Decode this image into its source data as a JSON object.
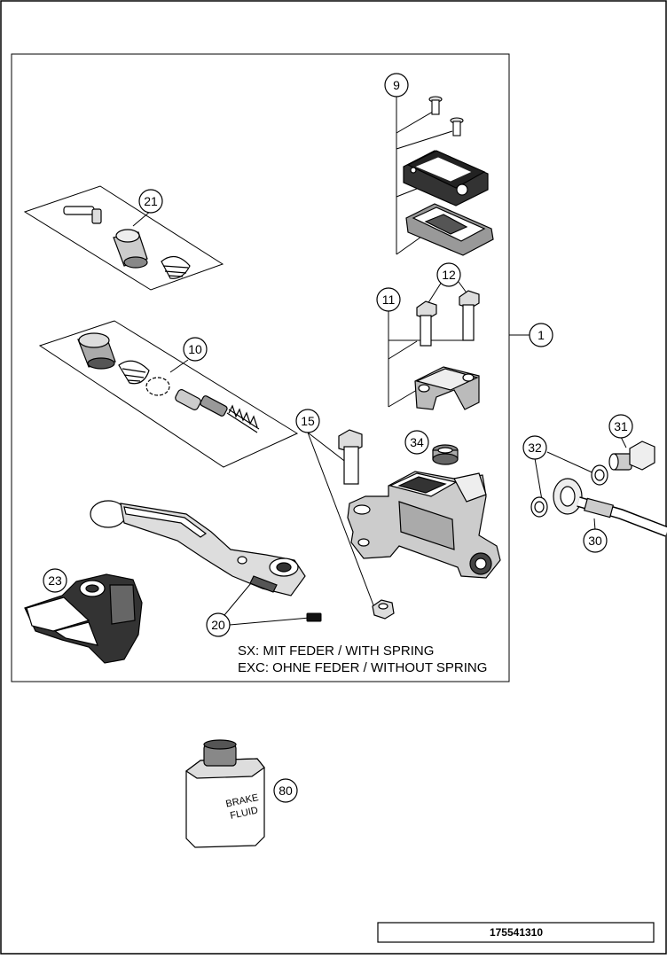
{
  "callouts": [
    {
      "id": "1",
      "label": "1"
    },
    {
      "id": "9",
      "label": "9"
    },
    {
      "id": "10",
      "label": "10"
    },
    {
      "id": "11",
      "label": "11"
    },
    {
      "id": "12",
      "label": "12"
    },
    {
      "id": "15",
      "label": "15"
    },
    {
      "id": "20",
      "label": "20"
    },
    {
      "id": "21",
      "label": "21"
    },
    {
      "id": "23",
      "label": "23"
    },
    {
      "id": "30",
      "label": "30"
    },
    {
      "id": "31",
      "label": "31"
    },
    {
      "id": "32",
      "label": "32"
    },
    {
      "id": "34",
      "label": "34"
    },
    {
      "id": "80",
      "label": "80"
    }
  ],
  "notes": {
    "line1": "SX: MIT FEDER / WITH SPRING",
    "line2": "EXC: OHNE FEDER / WITHOUT SPRING"
  },
  "bottle_label": {
    "line1": "BRAKE",
    "line2": "FLUID"
  },
  "drawing_number": "175541310"
}
